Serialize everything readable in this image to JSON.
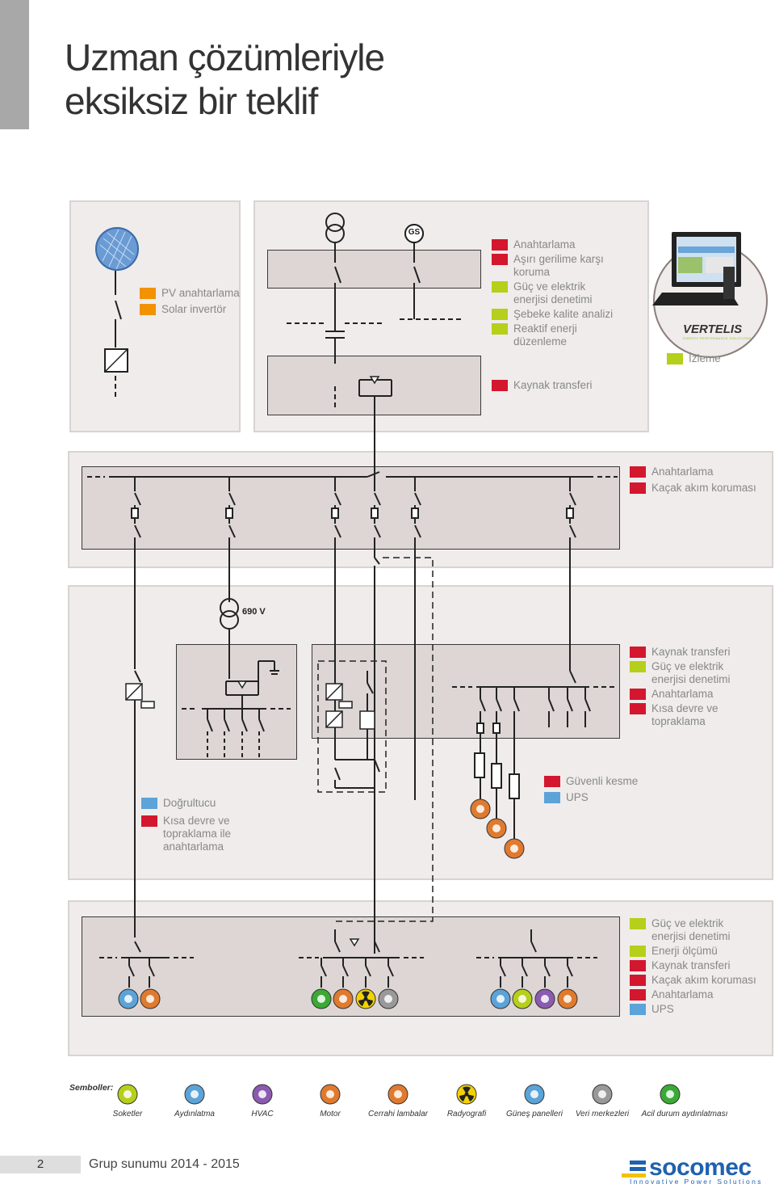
{
  "title_line1": "Uzman çözümleriyle",
  "title_line2": "eksiksiz bir teklif",
  "pv_legend": [
    {
      "color": "#f39200",
      "label": "PV anahtarlama"
    },
    {
      "color": "#f39200",
      "label": "Solar invertör"
    }
  ],
  "generator_label": "GS",
  "source_legend": [
    {
      "color": "#d3172e",
      "label": "Anahtarlama"
    },
    {
      "color": "#d3172e",
      "label": "Aşırı gerilime karşı koruma"
    },
    {
      "color": "#b6cf1a",
      "label": "Güç ve elektrik enerjisi denetimi"
    },
    {
      "color": "#b6cf1a",
      "label": "Şebeke kalite analizi"
    },
    {
      "color": "#b6cf1a",
      "label": "Reaktif enerji düzenleme"
    }
  ],
  "source_transfer": {
    "color": "#d3172e",
    "label": "Kaynak transferi"
  },
  "monitoring": {
    "brand": "VERTELIS",
    "brand_sub": "ENERGY PERFORMANCE SOLUTIONS",
    "color": "#b6cf1a",
    "label": "İzleme"
  },
  "main_legend": [
    {
      "color": "#d3172e",
      "label": "Anahtarlama"
    },
    {
      "color": "#d3172e",
      "label": "Kaçak akım koruması"
    }
  ],
  "transformer_voltage": "690 V",
  "mid_legend": [
    {
      "color": "#d3172e",
      "label": "Kaynak transferi"
    },
    {
      "color": "#b6cf1a",
      "label": "Güç ve elektrik enerjisi denetimi"
    },
    {
      "color": "#d3172e",
      "label": "Anahtarlama"
    },
    {
      "color": "#d3172e",
      "label": "Kısa devre ve topraklama"
    }
  ],
  "rectifier_legend": [
    {
      "color": "#5ba3d8",
      "label": "Doğrultucu"
    },
    {
      "color": "#d3172e",
      "label": "Kısa devre ve topraklama ile anahtarlama"
    }
  ],
  "ups_legend": [
    {
      "color": "#d3172e",
      "label": "Güvenli kesme"
    },
    {
      "color": "#5ba3d8",
      "label": "UPS"
    }
  ],
  "bottom_legend": [
    {
      "color": "#b6cf1a",
      "label": "Güç ve elektrik enerjisi denetimi"
    },
    {
      "color": "#b6cf1a",
      "label": "Enerji ölçümü"
    },
    {
      "color": "#d3172e",
      "label": "Kaynak transferi"
    },
    {
      "color": "#d3172e",
      "label": "Kaçak akım koruması"
    },
    {
      "color": "#d3172e",
      "label": "Anahtarlama"
    },
    {
      "color": "#5ba3d8",
      "label": "UPS"
    }
  ],
  "symbols_title": "Semboller:",
  "symbols": [
    {
      "label": "Soketler",
      "color": "#b6cf1a",
      "icon": "socket-icon"
    },
    {
      "label": "Aydınlatma",
      "color": "#5ba3d8",
      "icon": "lighting-icon"
    },
    {
      "label": "HVAC",
      "color": "#8a5bb0",
      "icon": "hvac-icon"
    },
    {
      "label": "Motor",
      "color": "#e07a2e",
      "icon": "motor-icon"
    },
    {
      "label": "Cerrahi lambalar",
      "color": "#e07a2e",
      "icon": "surgical-lamp-icon"
    },
    {
      "label": "Radyografi",
      "color": "#222222",
      "icon": "radiography-icon"
    },
    {
      "label": "Güneş panelleri",
      "color": "#5ba3d8",
      "icon": "solar-panel-icon"
    },
    {
      "label": "Veri merkezleri",
      "color": "#999999",
      "icon": "data-center-icon"
    },
    {
      "label": "Acil durum aydınlatması",
      "color": "#3aaa35",
      "icon": "emergency-lighting-icon"
    }
  ],
  "footer": {
    "page": "2",
    "text": "Grup sunumu 2014 - 2015",
    "brand": "socomec",
    "brand_sub": "Innovative Power Solutions"
  },
  "colors": {
    "red": "#d3172e",
    "orange": "#f39200",
    "green": "#b6cf1a",
    "blue": "#5ba3d8",
    "line": "#222222"
  }
}
